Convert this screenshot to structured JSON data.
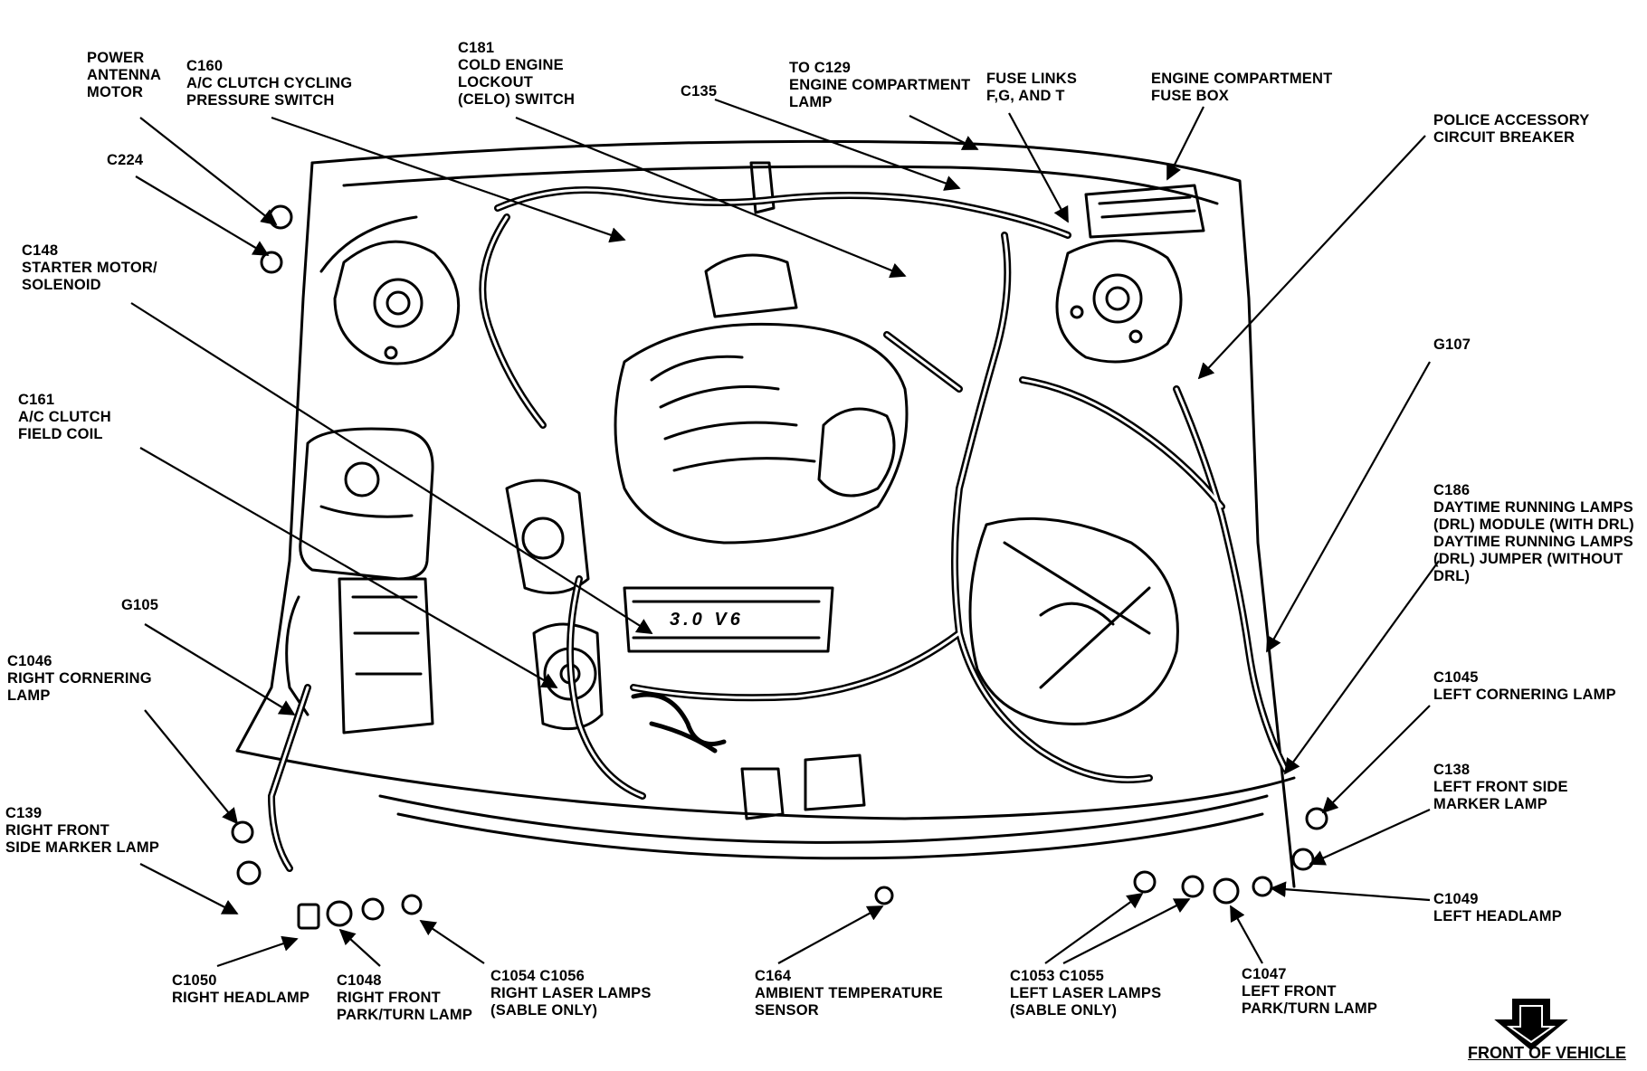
{
  "callouts": [
    {
      "id": "power-antenna",
      "lines": [
        "POWER",
        "ANTENNA",
        "MOTOR"
      ]
    },
    {
      "id": "c160",
      "lines": [
        "C160",
        "A/C CLUTCH CYCLING",
        "PRESSURE SWITCH"
      ]
    },
    {
      "id": "c181",
      "lines": [
        "C181",
        "COLD ENGINE",
        "LOCKOUT",
        "(CELO) SWITCH"
      ]
    },
    {
      "id": "c135",
      "lines": [
        "C135"
      ]
    },
    {
      "id": "c129",
      "lines": [
        "TO C129",
        "ENGINE COMPARTMENT",
        "LAMP"
      ]
    },
    {
      "id": "fuse-links",
      "lines": [
        "FUSE LINKS",
        "F,G, AND T"
      ]
    },
    {
      "id": "fuse-box",
      "lines": [
        "ENGINE COMPARTMENT",
        "FUSE BOX"
      ]
    },
    {
      "id": "police",
      "lines": [
        "POLICE ACCESSORY",
        "CIRCUIT BREAKER"
      ]
    },
    {
      "id": "c224",
      "lines": [
        "C224"
      ]
    },
    {
      "id": "c148",
      "lines": [
        "C148",
        "STARTER MOTOR/",
        "SOLENOID"
      ]
    },
    {
      "id": "c161",
      "lines": [
        "C161",
        "A/C CLUTCH",
        "FIELD COIL"
      ]
    },
    {
      "id": "g107",
      "lines": [
        "G107"
      ]
    },
    {
      "id": "c186",
      "lines": [
        "C186",
        "DAYTIME RUNNING LAMPS",
        "(DRL) MODULE (WITH DRL)",
        "DAYTIME RUNNING LAMPS",
        "(DRL) JUMPER (WITHOUT",
        "DRL)"
      ]
    },
    {
      "id": "g105",
      "lines": [
        "G105"
      ]
    },
    {
      "id": "c1046",
      "lines": [
        "C1046",
        "RIGHT CORNERING",
        "LAMP"
      ]
    },
    {
      "id": "c1045",
      "lines": [
        "C1045",
        "LEFT CORNERING LAMP"
      ]
    },
    {
      "id": "c139",
      "lines": [
        "C139",
        "RIGHT FRONT",
        "SIDE MARKER LAMP"
      ]
    },
    {
      "id": "c138",
      "lines": [
        "C138",
        "LEFT FRONT SIDE",
        "MARKER LAMP"
      ]
    },
    {
      "id": "c1049",
      "lines": [
        "C1049",
        "LEFT HEADLAMP"
      ]
    },
    {
      "id": "c1050",
      "lines": [
        "C1050",
        "RIGHT HEADLAMP"
      ]
    },
    {
      "id": "c1048",
      "lines": [
        "C1048",
        "RIGHT FRONT",
        "PARK/TURN LAMP"
      ]
    },
    {
      "id": "c1054",
      "lines": [
        "C1054 C1056",
        "RIGHT LASER LAMPS",
        "(SABLE ONLY)"
      ]
    },
    {
      "id": "c164",
      "lines": [
        "C164",
        "AMBIENT TEMPERATURE",
        "SENSOR"
      ]
    },
    {
      "id": "c1053",
      "lines": [
        "C1053 C1055",
        "LEFT LASER LAMPS",
        "(SABLE ONLY)"
      ]
    },
    {
      "id": "c1047",
      "lines": [
        "C1047",
        "LEFT FRONT",
        "PARK/TURN LAMP"
      ]
    }
  ],
  "engine_badge": "3.0 V6",
  "front_caption": "FRONT OF VEHICLE"
}
